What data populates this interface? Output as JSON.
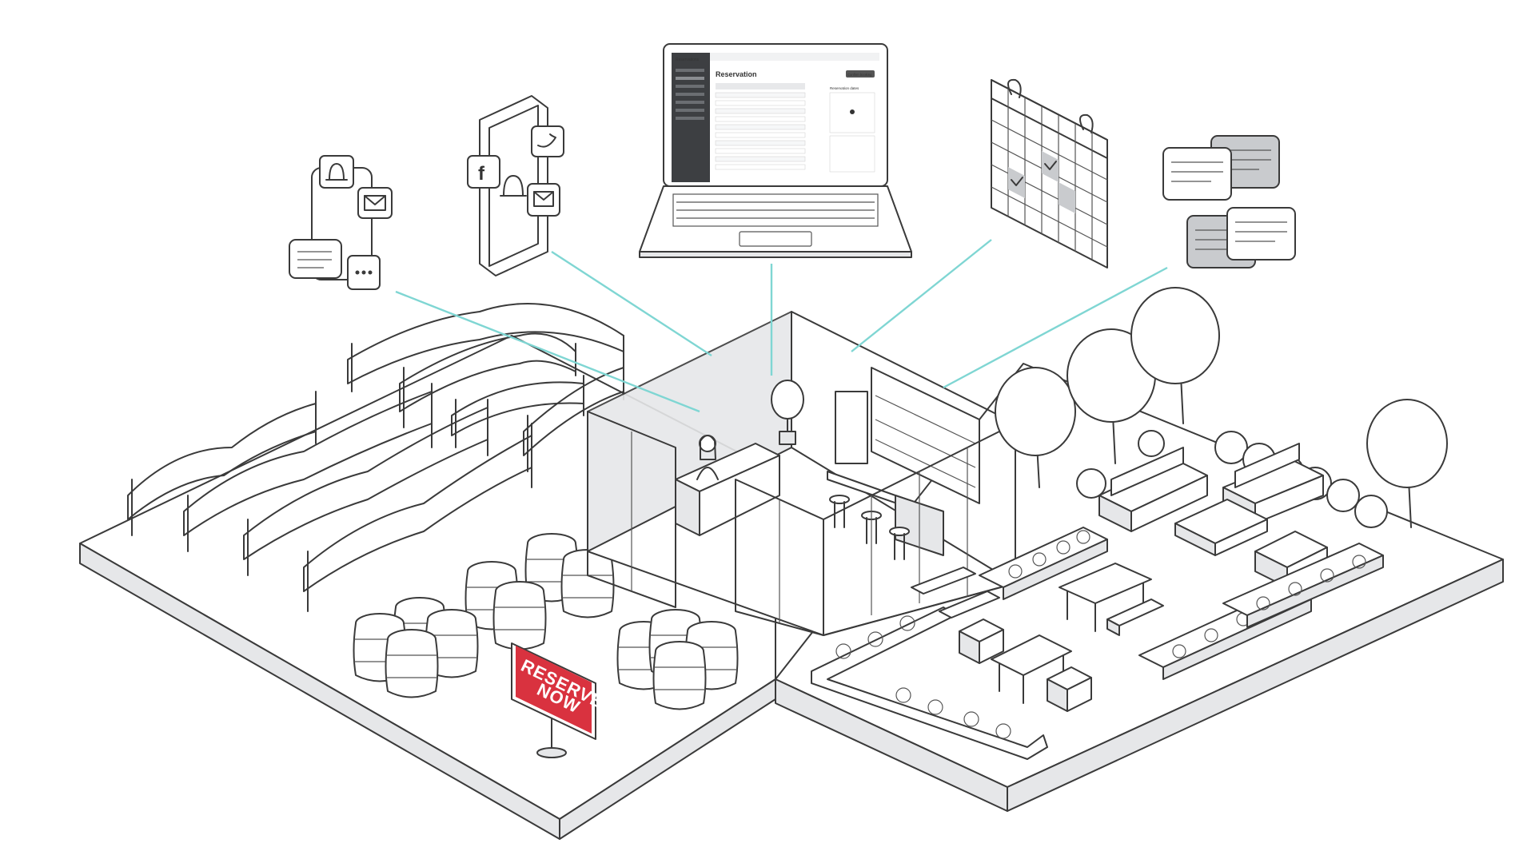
{
  "sign": {
    "line1": "RESERVE",
    "line2": "NOW",
    "color": "#d9323f"
  },
  "laptop_screen": {
    "app_name": "Reservations",
    "page_title": "Reservation",
    "action_button": "Confirm booking",
    "calendar_title": "Reservation dates"
  },
  "connector_color": "#7fd6d3",
  "icons": [
    "notification-bell-icon",
    "email-icon",
    "chat-bubble-icon",
    "social-facebook-icon",
    "social-twitter-icon",
    "calendar-icon",
    "chat-messages-icon"
  ]
}
